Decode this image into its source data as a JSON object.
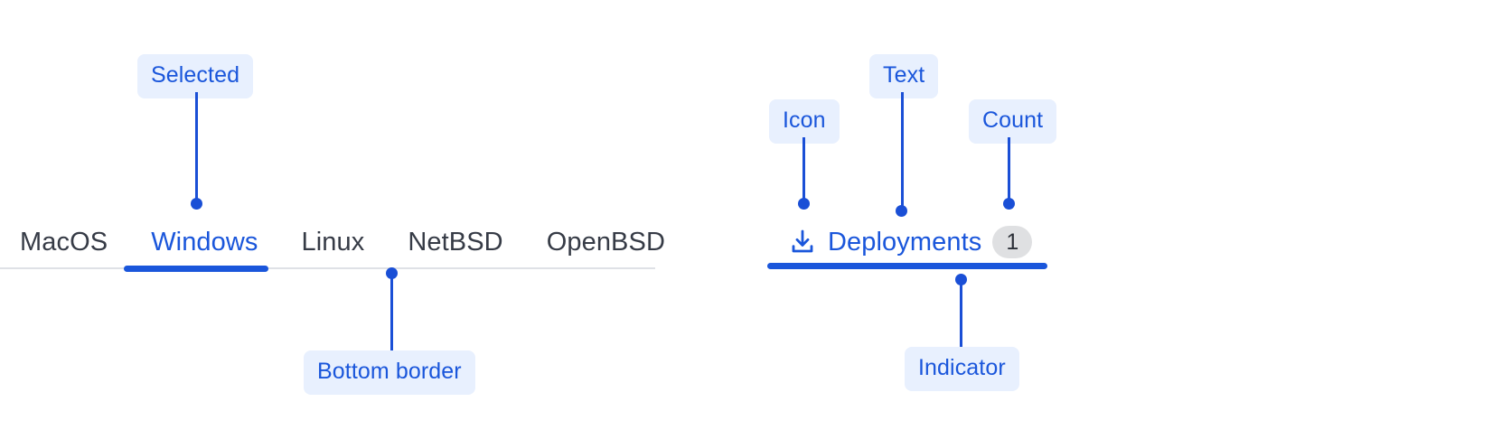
{
  "colors": {
    "accent": "#1a56db",
    "connector": "#1a4fd6",
    "chip_bg": "#e8f0fe",
    "tab_inactive": "#363b46",
    "rule": "#dfe1e6",
    "badge_bg": "#dfe0e2",
    "badge_text": "#2c3038",
    "page_bg": "#ffffff"
  },
  "left_example": {
    "tabs": [
      {
        "label": "MacOS",
        "active": false
      },
      {
        "label": "Windows",
        "active": true
      },
      {
        "label": "Linux",
        "active": false
      },
      {
        "label": "NetBSD",
        "active": false
      },
      {
        "label": "OpenBSD",
        "active": false
      }
    ],
    "callouts": [
      {
        "label": "Selected",
        "target": "active-tab-label"
      },
      {
        "label": "Bottom border",
        "target": "tabs-bottom-rule"
      }
    ]
  },
  "right_example": {
    "tab": {
      "icon": "download-icon",
      "label": "Deployments",
      "count": "1"
    },
    "callouts": [
      {
        "label": "Icon",
        "target": "download-icon"
      },
      {
        "label": "Text",
        "target": "deployments-label"
      },
      {
        "label": "Count",
        "target": "count-badge"
      },
      {
        "label": "Indicator",
        "target": "active-indicator-bar"
      }
    ]
  }
}
